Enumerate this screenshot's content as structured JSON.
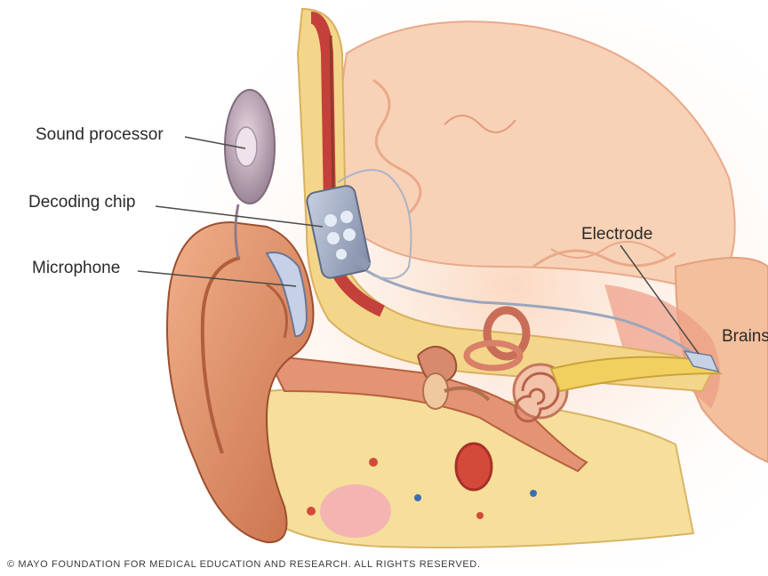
{
  "labels": {
    "sound_processor": "Sound processor",
    "decoding_chip": "Decoding chip",
    "microphone": "Microphone",
    "electrode": "Electrode",
    "brainstem": "Brainstem"
  },
  "copyright": "© MAYO FOUNDATION FOR MEDICAL EDUCATION AND RESEARCH. ALL RIGHTS RESERVED.",
  "colors": {
    "skin": "#e8a07a",
    "bone": "#f6dc8c",
    "brain": "#f7c9a8",
    "nerve": "#e8c24a",
    "implant": "#a9b4cc",
    "label_text": "#2a2a2a"
  }
}
